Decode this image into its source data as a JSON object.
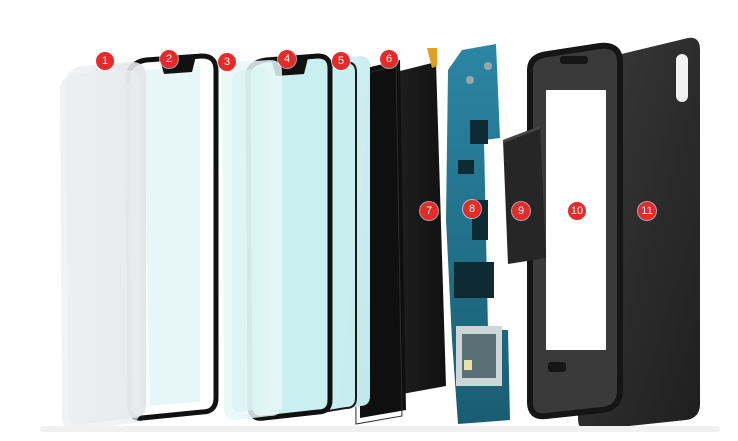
{
  "colors": {
    "badge": "#e62a28",
    "frame_black": "#111111",
    "glass_film": "#e8eef0",
    "glass_tint": "#cfeff1",
    "panel_dark": "#1a1a1a",
    "pcb_blue": "#1f6f8b",
    "case_dark": "#2b2b2b"
  },
  "layers": [
    {
      "label": "1",
      "name": "protective-film"
    },
    {
      "label": "2",
      "name": "black-frame"
    },
    {
      "label": "3",
      "name": "clear-glass"
    },
    {
      "label": "4",
      "name": "black-frame-2"
    },
    {
      "label": "5",
      "name": "tinted-glass"
    },
    {
      "label": "6",
      "name": "display-frame"
    },
    {
      "label": "7",
      "name": "display-panel"
    },
    {
      "label": "8",
      "name": "circuit-board"
    },
    {
      "label": "9",
      "name": "battery"
    },
    {
      "label": "10",
      "name": "middle-frame"
    },
    {
      "label": "11",
      "name": "back-cover"
    }
  ]
}
